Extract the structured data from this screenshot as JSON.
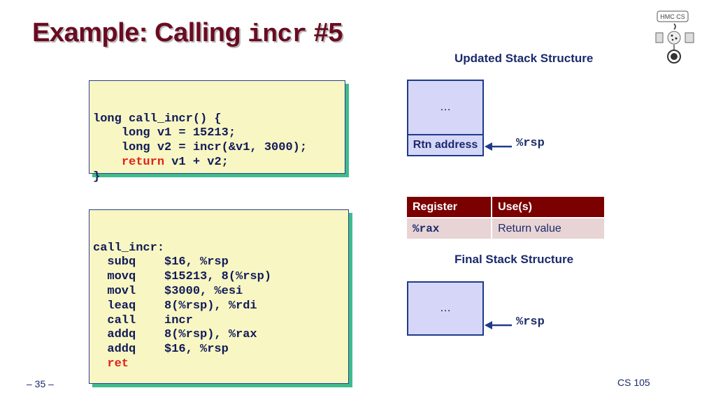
{
  "title": {
    "prefix": "Example: Calling ",
    "mono": "incr",
    "suffix": " #5"
  },
  "code_top": {
    "lines": [
      [
        {
          "t": "long call_incr() {"
        }
      ],
      [
        {
          "t": "    long v1 = 15213;"
        }
      ],
      [
        {
          "t": "    long v2 = incr(&v1, 3000);"
        }
      ],
      [
        {
          "t": "    "
        },
        {
          "t": "return",
          "kw": true
        },
        {
          "t": " v1 + v2;"
        }
      ],
      [
        {
          "t": "}"
        }
      ]
    ]
  },
  "code_asm": {
    "lines": [
      [
        {
          "t": "call_incr:"
        }
      ],
      [
        {
          "t": "  subq    $16, %rsp"
        }
      ],
      [
        {
          "t": "  movq    $15213, 8(%rsp)"
        }
      ],
      [
        {
          "t": "  movl    $3000, %esi"
        }
      ],
      [
        {
          "t": "  leaq    8(%rsp), %rdi"
        }
      ],
      [
        {
          "t": "  call    incr"
        }
      ],
      [
        {
          "t": "  addq    8(%rsp), %rax"
        }
      ],
      [
        {
          "t": "  addq    $16, %rsp"
        }
      ],
      [
        {
          "t": "  "
        },
        {
          "t": "ret",
          "kw": true
        }
      ]
    ]
  },
  "updated_stack": {
    "heading": "Updated Stack Structure",
    "top_cell": "…",
    "rtn_cell": "Rtn address",
    "pointer": "%rsp"
  },
  "register_table": {
    "headers": [
      "Register",
      "Use(s)"
    ],
    "rows": [
      [
        "%rax",
        "Return value"
      ]
    ]
  },
  "final_stack": {
    "heading": "Final Stack Structure",
    "top_cell": "…",
    "pointer": "%rsp"
  },
  "footer": {
    "page": "– 35 –",
    "course": "CS 105"
  },
  "logo": {
    "text": "HMC CS"
  },
  "colors": {
    "title": "#6b0b22",
    "code_bg": "#f8f6c2",
    "code_shadow": "#3fbc8c",
    "stack_cell": "#d6d6f8",
    "table_header": "#7b0000",
    "table_row": "#e8d4d4",
    "keyword": "#e0221e"
  }
}
